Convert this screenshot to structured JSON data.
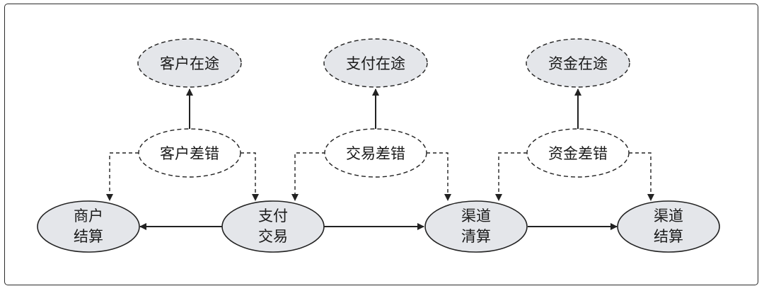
{
  "nodes": {
    "merchant_settlement": [
      "商户",
      "结算"
    ],
    "payment_transaction": [
      "支付",
      "交易"
    ],
    "channel_clearing": [
      "渠道",
      "清算"
    ],
    "channel_settlement": [
      "渠道",
      "结算"
    ],
    "customer_discrepancy": "客户差错",
    "transaction_discrepancy": "交易差错",
    "funds_discrepancy": "资金差错",
    "customer_in_transit": "客户在途",
    "payment_in_transit": "支付在途",
    "funds_in_transit": "资金在途"
  }
}
